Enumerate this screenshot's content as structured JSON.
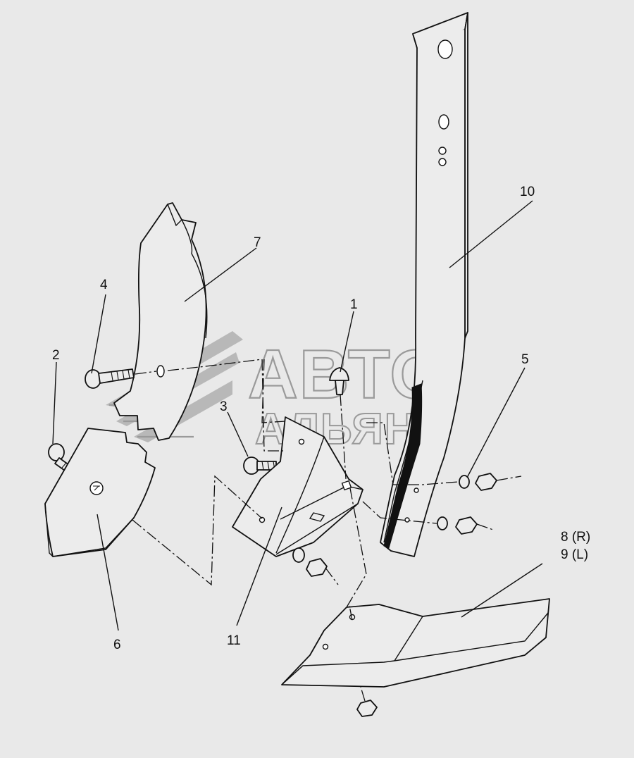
{
  "watermark": {
    "line1": "АВТО",
    "line2": "АЛЬЯНС",
    "color": "#9a9a9a"
  },
  "callouts": [
    {
      "id": "1",
      "text": "1"
    },
    {
      "id": "2",
      "text": "2"
    },
    {
      "id": "3",
      "text": "3"
    },
    {
      "id": "4",
      "text": "4"
    },
    {
      "id": "5",
      "text": "5"
    },
    {
      "id": "6",
      "text": "6"
    },
    {
      "id": "7",
      "text": "7"
    },
    {
      "id": "8",
      "text": "8 (R)"
    },
    {
      "id": "9",
      "text": "9 (L)"
    },
    {
      "id": "10",
      "text": "10"
    },
    {
      "id": "11",
      "text": "11"
    }
  ],
  "colors": {
    "background": "#e9e9e9",
    "line": "#111111",
    "part_fill": "#ececec"
  }
}
